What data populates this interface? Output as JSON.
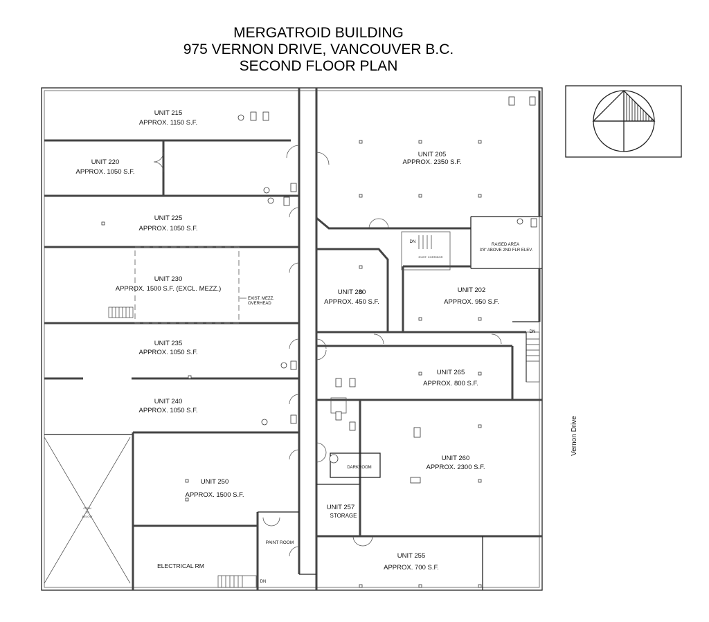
{
  "header": {
    "line1": "MERGATROID BUILDING",
    "line2": "975 VERNON DRIVE, VANCOUVER B.C.",
    "line3": "SECOND FLOOR PLAN"
  },
  "street_label": "Vernon Drive",
  "units": [
    {
      "name": "UNIT 215",
      "area": "APPROX. 1150 S.F."
    },
    {
      "name": "UNIT 220",
      "area": "APPROX. 1050 S.F."
    },
    {
      "name": "UNIT 225",
      "area": "APPROX. 1050 S.F."
    },
    {
      "name": "UNIT 230",
      "area": "APPROX. 1500 S.F. (EXCL. MEZZ.)"
    },
    {
      "name": "UNIT 235",
      "area": "APPROX. 1050 S.F."
    },
    {
      "name": "UNIT 240",
      "area": "APPROX. 1050 S.F."
    },
    {
      "name": "UNIT 250",
      "area": "APPROX. 1500 S.F."
    },
    {
      "name": "UNIT 205",
      "area": "APPROX. 2350 S.F."
    },
    {
      "name": "UNIT 280",
      "area": "APPROX. 450 S.F."
    },
    {
      "name": "UNIT 202",
      "area": "APPROX. 950 S.F."
    },
    {
      "name": "UNIT 265",
      "area": "APPROX. 800 S.F."
    },
    {
      "name": "UNIT 260",
      "area": "APPROX. 2300 S.F."
    },
    {
      "name": "UNIT 257",
      "area": "STORAGE"
    },
    {
      "name": "UNIT 255",
      "area": "APPROX. 700 S.F."
    }
  ],
  "rooms": {
    "electrical": "ELECTRICAL RM",
    "paint": "PAINT ROOM",
    "darkroom": "DARKROOM",
    "raised1": "RAISED AREA",
    "raised2": "3'8\" ABOVE 2ND FLR ELEV.",
    "mezz1": "EXIST. MEZZ.",
    "mezz2": "OVERHEAD",
    "open1": "OPEN",
    "open2": "TO",
    "open3": "BELOW",
    "corridor": "EXIST. CORRIDOR",
    "dn": "DN"
  }
}
